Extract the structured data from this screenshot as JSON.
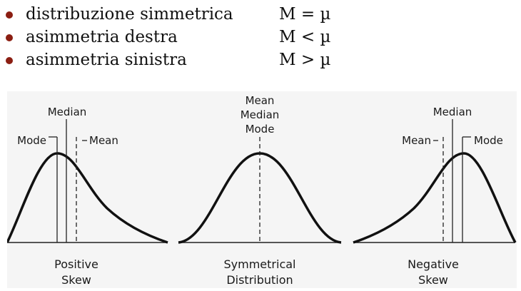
{
  "bullets": [
    {
      "text": "distribuzione simmetrica",
      "formula": "M = µ"
    },
    {
      "text": "asimmetria destra",
      "formula": "M < µ"
    },
    {
      "text": "asimmetria sinistra",
      "formula": "M > µ"
    }
  ],
  "figure": {
    "positive": {
      "median": "Median",
      "mode": "Mode",
      "mean": "Mean",
      "caption1": "Positive",
      "caption2": "Skew"
    },
    "symmetric": {
      "mean": "Mean",
      "median": "Median",
      "mode": "Mode",
      "caption1": "Symmetrical",
      "caption2": "Distribution"
    },
    "negative": {
      "median": "Median",
      "mean": "Mean",
      "mode": "Mode",
      "caption1": "Negative",
      "caption2": "Skew"
    }
  },
  "colors": {
    "bullet": "#8b1e12",
    "line": "#222222",
    "figure_bg": "#f5f5f5"
  }
}
